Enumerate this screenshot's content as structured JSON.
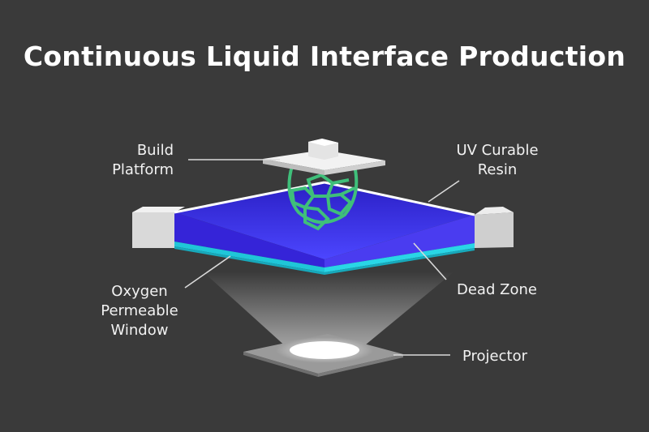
{
  "title": "Continuous Liquid Interface Production",
  "labels": {
    "build_platform": [
      "Build",
      "Platform"
    ],
    "uv_curable_resin": [
      "UV Curable",
      "Resin"
    ],
    "oxygen_window": [
      "Oxygen",
      "Permeable",
      "Window"
    ],
    "dead_zone": [
      "Dead Zone"
    ],
    "projector": [
      "Projector"
    ]
  },
  "colors": {
    "background": "#3a3a3a",
    "resin": "#3a2fd6",
    "dead_zone": "#1fc6d8",
    "lattice": "#3fbf7a",
    "platform": "#e6e6e6",
    "leader_line": "#d9d9d9"
  }
}
